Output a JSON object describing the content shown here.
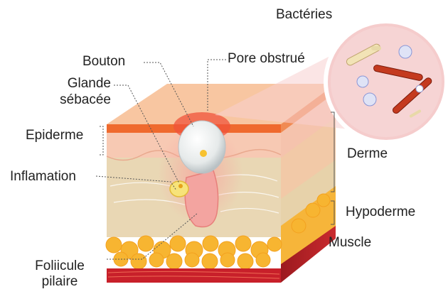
{
  "labels": {
    "bacteria": "Bactéries",
    "bouton": "Bouton",
    "pore": "Pore obstrué",
    "glande_line1": "Glande",
    "glande_line2": "sébacée",
    "epiderme": "Epiderme",
    "derme": "Derme",
    "inflamation": "Inflamation",
    "hypoderme": "Hypoderme",
    "muscle": "Muscle",
    "follicule_line1": "Foliicule",
    "follicule_line2": "pilaire"
  },
  "colors": {
    "skin_top": "#f6c7a3",
    "epidermis_orange": "#ef6a2e",
    "dermis_pink": "#f8cbb6",
    "hypodermis_tan": "#e9d7b4",
    "fat_yellow": "#f7b531",
    "muscle_red": "#c8202a",
    "magnifier_pink": "#f7cfcf",
    "pimple_white": "#e9ecec",
    "follicle_pink": "#f3a4a0"
  }
}
